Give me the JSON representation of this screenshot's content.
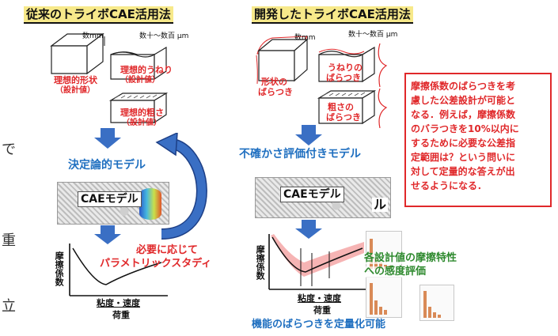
{
  "left": {
    "header": "従来のトライボCAE活用法",
    "dim_mm": "数mm",
    "dim_um": "数十～数百 μm",
    "ideal_shape": "理想的形状",
    "ideal_shape_sub": "（設計値）",
    "ideal_wave": "理想的うねり",
    "ideal_wave_sub": "（設計値）",
    "ideal_rough": "理想的粗さ",
    "ideal_rough_sub": "（設計値）",
    "model_label": "決定論的モデル",
    "cae_label": "CAEモデル",
    "cycle_label_1": "必要に応じて",
    "cycle_label_2": "パラメトリックスタディ",
    "graph_ylabel": "摩擦係数",
    "graph_xlabel": "粘度・速度",
    "graph_xlabel2": "荷重"
  },
  "right": {
    "header": "開発したトライボCAE活用法",
    "dim_mm": "数mm",
    "dim_um": "数十～数百 μm",
    "shape_var_1": "形状の",
    "shape_var_2": "ばらつき",
    "wave_var_1": "うねりの",
    "wave_var_2": "ばらつき",
    "rough_var_1": "粗さの",
    "rough_var_2": "ばらつき",
    "model_label": "不確かさ評価付きモデル",
    "cae_label": "CAEモデル",
    "cae_suffix": "ル",
    "sensitivity_1": "各設計値の摩擦特性",
    "sensitivity_2": "への感度評価",
    "graph_ylabel": "摩擦係数",
    "graph_xlabel": "粘度・速度",
    "graph_xlabel2": "荷重",
    "footer": "機能のばらつきを定量化可能"
  },
  "note": {
    "lines": [
      "摩擦係数のばらつきを考",
      "慮した公差設計が可能と",
      "なる．例えば，摩擦係数",
      "のバラつきを10%以内に",
      "するために必要な公差指",
      "定範囲は？という問いに",
      "対して定量的な答えが出",
      "せるようになる．"
    ]
  },
  "edge_fragments": [
    "で",
    "重",
    "立"
  ],
  "colors": {
    "red": "#e0282a",
    "blue": "#1f6fc0",
    "arrow": "#3a6fc4",
    "header_bg": "#f7e98a"
  }
}
